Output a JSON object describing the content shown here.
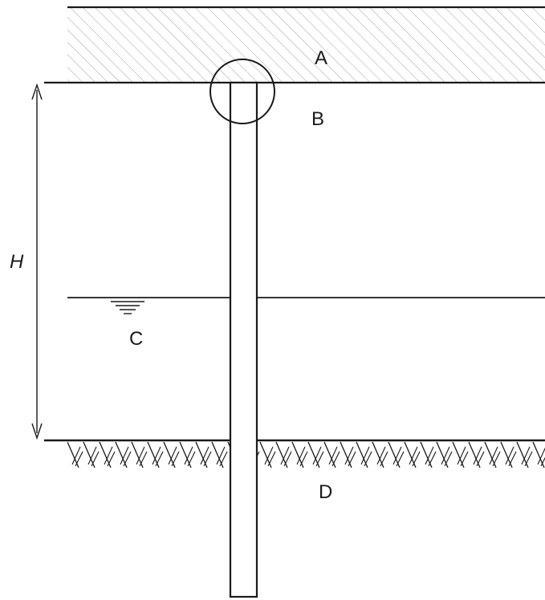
{
  "labels": {
    "a": "A",
    "b": "B",
    "c": "C",
    "d": "D",
    "h": "H"
  },
  "colors": {
    "stroke": "#1a1a1a",
    "hatch": "#9a9a9a",
    "background": "#ffffff"
  }
}
